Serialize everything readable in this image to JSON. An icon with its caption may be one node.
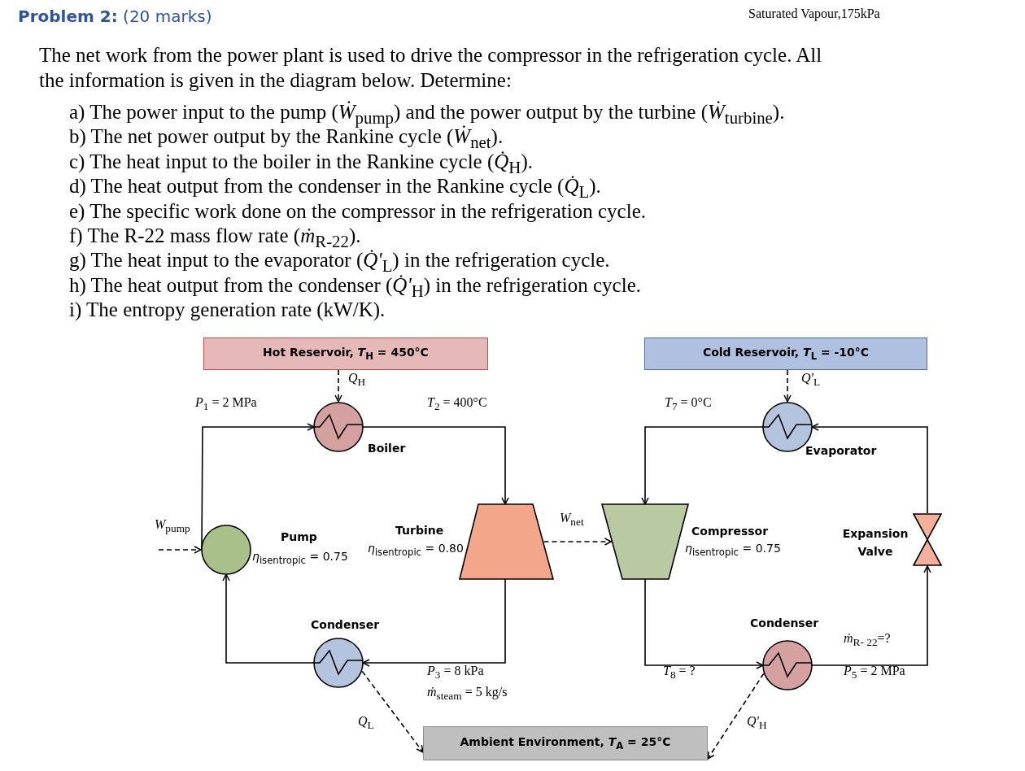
{
  "diagram": {
    "title": "**Problem 2:** (20 marks)",
    "nodes": [
      {
        "text": [
          "Hot Reservoir, *T*$_{H}$ = 450°C"
        ]
      },
      {
        "text": [
          "Cold Reservoir, *T*$_{L}$ = -10°C"
        ]
      },
      {
        "text": [
          "Boiler"
        ]
      },
      {
        "text": [
          "Turbine",
          "*η*$_{isentropic}$ = 0.80"
        ]
      },
      {
        "text": [
          "Pump",
          "*η*$_{isentropic}$ = 0.75"
        ]
      },
      {
        "text": [
          "Condenser"
        ]
      },
      {
        "text": [
          "Compressor",
          "*η*$_{isentropic}$ = 0.75"
        ]
      },
      {
        "text": [
          "Evaporator"
        ]
      },
      {
        "text": [
          "Expansion Valve"
        ]
      },
      {
        "text": [
          "Condenser"
        ]
      },
      {
        "text": [
          "Ambient Environment, *T*$_{A}$ = 25°C"
        ]
      }
    ],
    "edges": [
      {
        "from": 4,
        "to": 2,
        "arrow": "to",
        "label": "*P*$_{1}$ = 2 MPa"
      },
      {
        "from": 2,
        "to": 3,
        "arrow": "to",
        "label": "*T*$_{2}$ = 400°C"
      },
      {
        "from": 3,
        "to": 5,
        "arrow": "to",
        "label": "*P*$_{3}$ = 8 kPa"
      },
      {
        "from": 5,
        "to": 4,
        "arrow": "to"
      },
      {
        "from": 0,
        "to": 2,
        "arrow": "to",
        "style": "dashed",
        "label": "*Q*$_{H}$"
      },
      {
        "from": null,
        "to": 4,
        "arrow": "to",
        "style": "dashed",
        "label": "*W*$_{pump}$"
      },
      {
        "from": 3,
        "to": 6,
        "arrow": "to",
        "style": "dashed",
        "label": "*W*$_{net}$"
      },
      {
        "from": 5,
        "to": 10,
        "arrow": "to",
        "style": "dashed",
        "label": "*Q*$_{L}$"
      },
      {
        "from": 7,
        "to": 6,
        "arrow": "to",
        "label": "*T*$_{7}$ = 0°C"
      },
      {
        "from": 6,
        "to": 9,
        "arrow": "to",
        "label": "*T*$_{8}$ = ?"
      },
      {
        "from": 9,
        "to": 8,
        "arrow": "to",
        "label": "*P*$_{5}$ = 2 MPa"
      },
      {
        "from": 8,
        "to": 7,
        "arrow": "to"
      },
      {
        "from": 1,
        "to": 7,
        "arrow": "to",
        "style": "dashed",
        "label": "*Q'*$_{L}$"
      },
      {
        "from": 9,
        "to": 10,
        "arrow": "to",
        "style": "dashed",
        "label": "*Q'*$_{H}$"
      }
    ],
    "labels": [
      "Saturated Vapour,175kPa",
      "The net work from the power plant is used to drive the compressor in the refrigeration cycle. All the information is given in the diagram below. Determine:",
      "a) The power input to the pump (*Ẇ*$_{pump}$) and the power output by the turbine (*Ẇ*$_{turbine}$).",
      "b) The net power output by the Rankine cycle (*Ẇ*$_{net}$).",
      "c) The heat input to the boiler in the Rankine cycle (*Q̇*$_{H}$).",
      "d) The heat output from the condenser in the Rankine cycle (*Q̇*$_{L}$).",
      "e) The specific work done on the compressor in the refrigeration cycle.",
      "f) The R-22 mass flow rate (*ṁ*$_{R-22}$).",
      "g) The heat input to the evaporator (*Q̇'*$_{L}$) in the refrigeration cycle.",
      "h) The heat output from the condenser (*Q̇'*$_{H}$) in the refrigeration cycle.",
      "i) The entropy generation rate (kW/K).",
      "*ṁ*$_{steam}$ = 5 kg/s",
      "*ṁ*$_{R- 22}$=?"
    ]
  }
}
